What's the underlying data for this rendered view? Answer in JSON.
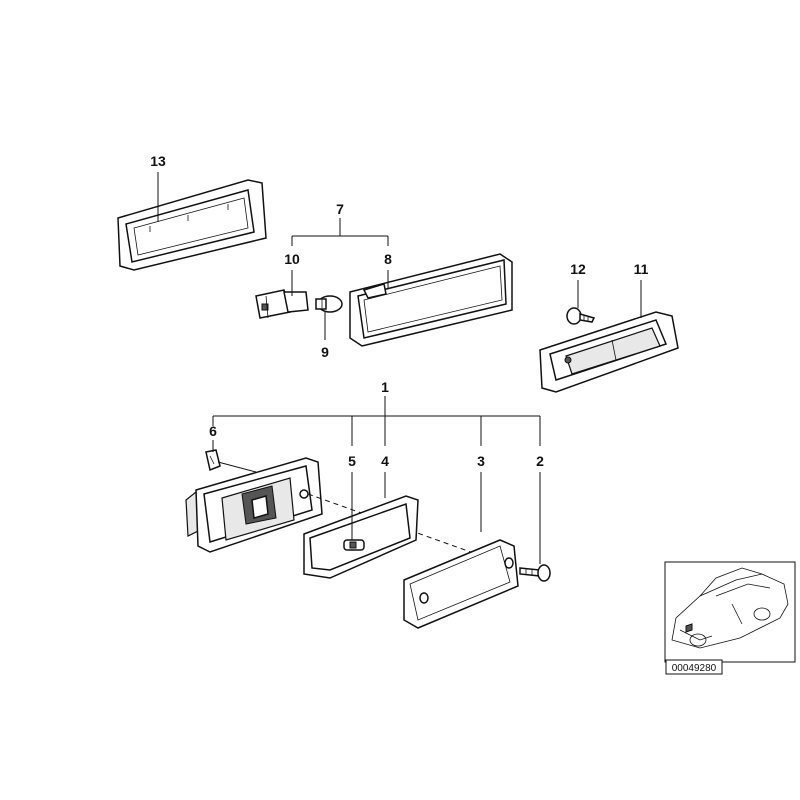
{
  "callouts": {
    "n1": "1",
    "n2": "2",
    "n3": "3",
    "n4": "4",
    "n5": "5",
    "n6": "6",
    "n7": "7",
    "n8": "8",
    "n9": "9",
    "n10": "10",
    "n11": "11",
    "n12": "12",
    "n13": "13"
  },
  "thumbnail": {
    "ref_number": "00049280"
  }
}
